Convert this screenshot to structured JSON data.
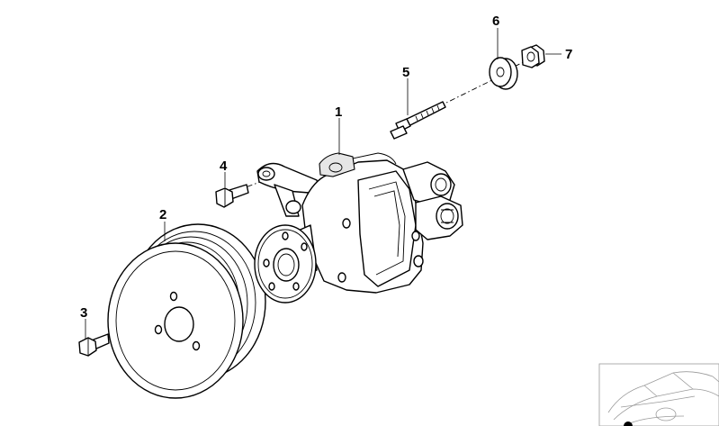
{
  "callouts": [
    {
      "id": "1",
      "label": "1"
    },
    {
      "id": "2",
      "label": "2"
    },
    {
      "id": "3",
      "label": "3"
    },
    {
      "id": "4",
      "label": "4"
    },
    {
      "id": "5",
      "label": "5"
    },
    {
      "id": "6",
      "label": "6"
    },
    {
      "id": "7",
      "label": "7"
    }
  ],
  "parts": {
    "power_steering_pump": {
      "icon": "power-steering-pump-icon",
      "callout": "1"
    },
    "pulley": {
      "icon": "belt-pulley-icon",
      "callout": "2"
    },
    "pulley_bolt": {
      "icon": "hex-bolt-icon",
      "callout": "3"
    },
    "bracket_bolt": {
      "icon": "hex-bolt-icon",
      "callout": "4"
    },
    "stud_bolt": {
      "icon": "stud-bolt-icon",
      "callout": "5"
    },
    "washer": {
      "icon": "washer-icon",
      "callout": "6"
    },
    "nut": {
      "icon": "hex-nut-icon",
      "callout": "7"
    }
  },
  "thumbnail": {
    "icon": "car-outline-icon"
  }
}
